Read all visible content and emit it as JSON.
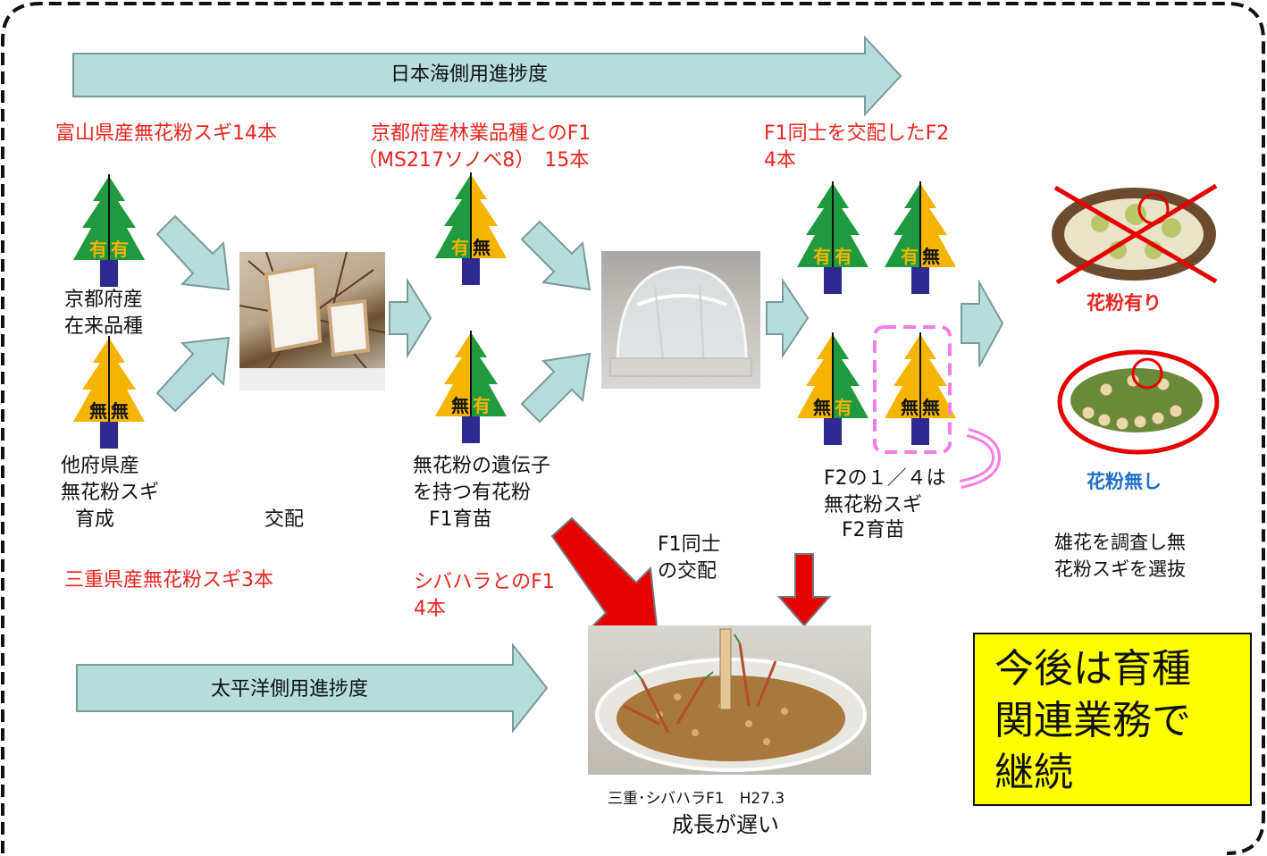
{
  "arrows": {
    "top": "日本海側用進捗度",
    "bottom": "太平洋側用進捗度"
  },
  "headings": {
    "toyama": "富山県産無花粉スギ14本",
    "kyoto_f1_line1": "京都府産林業品種とのF1",
    "kyoto_f1_line2": "（MS217ソノベ8）　15本",
    "f2_line1": "F1同士を交配したF2",
    "f2_line2": "4本",
    "mie": "三重県産無花粉スギ3本",
    "shibahara_line1": "シバハラとのF1",
    "shibahara_line2": "4本"
  },
  "labels": {
    "kyoto_native_1": "京都府産",
    "kyoto_native_2": "在来品種",
    "other_pref_1": "他府県産",
    "other_pref_2": "無花粉スギ",
    "other_pref_3": "育成",
    "cross": "交配",
    "f1_desc_1": "無花粉の遺伝子",
    "f1_desc_2": "を持つ有花粉",
    "f1_desc_3": "F1育苗",
    "f1_cross_1": "F1同士",
    "f1_cross_2": "の交配",
    "f2_desc_1": "F2の１／４は",
    "f2_desc_2": "無花粉スギ",
    "f2_desc_3": "F2育苗",
    "pollen_yes": "花粉有り",
    "pollen_no": "花粉無し",
    "select_1": "雄花を調査し無",
    "select_2": "花粉スギを選抜",
    "photo_caption": "三重･シバハラF1　H27.3",
    "slow_growth": "成長が遅い"
  },
  "gene": {
    "has": "有",
    "none": "無"
  },
  "note": {
    "line1": "今後は育種",
    "line2": "関連業務で",
    "line3": "継続"
  },
  "colors": {
    "red_text": "#e8251f",
    "blue_text": "#1f6fc7",
    "tree_green": "#1f9a3f",
    "tree_yellow": "#f5b400",
    "trunk": "#2e2a8f",
    "arrow_fill": "#b7dcdc",
    "arrow_stroke": "#7a9a9a",
    "big_arrow": "#e60000",
    "note_bg": "#ffff00",
    "magenta": "#f27ee6"
  }
}
